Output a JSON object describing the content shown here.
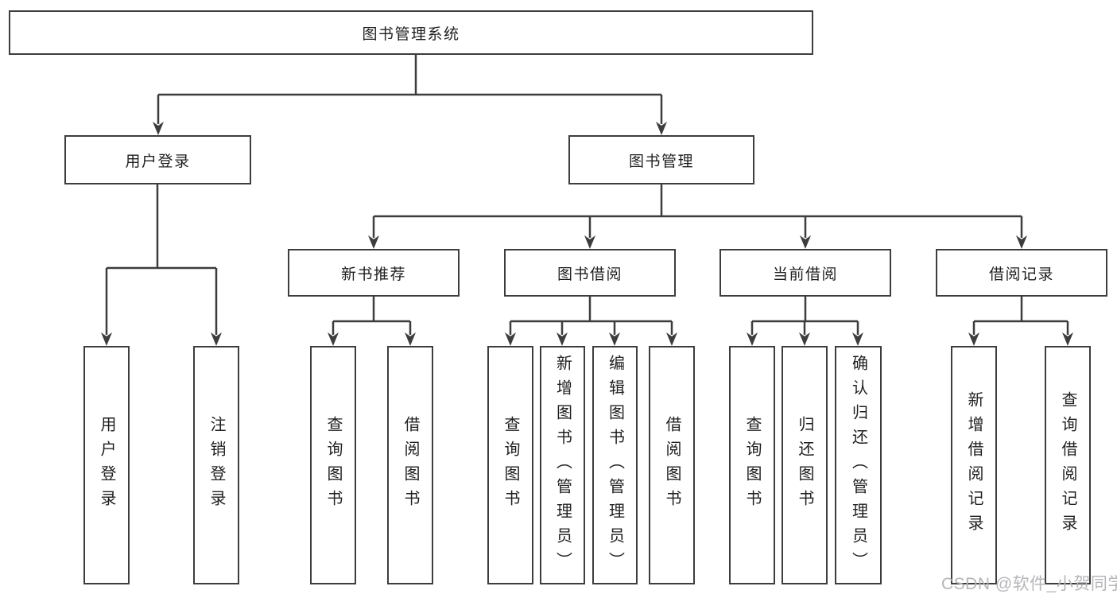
{
  "diagram": {
    "root_label": "图书管理系统",
    "user_login": {
      "label": "用户登录",
      "children": [
        {
          "label": "用户登录"
        },
        {
          "label": "注销登录"
        }
      ]
    },
    "book_mgmt": {
      "label": "图书管理",
      "sections": [
        {
          "label": "新书推荐",
          "children": [
            {
              "label": "查询图书"
            },
            {
              "label": "借阅图书"
            }
          ]
        },
        {
          "label": "图书借阅",
          "children": [
            {
              "label": "查询图书"
            },
            {
              "label": "新增图书（管理员）"
            },
            {
              "label": "编辑图书（管理员）"
            },
            {
              "label": "借阅图书"
            }
          ]
        },
        {
          "label": "当前借阅",
          "children": [
            {
              "label": "查询图书"
            },
            {
              "label": "归还图书"
            },
            {
              "label": "确认归还（管理员）"
            }
          ]
        },
        {
          "label": "借阅记录",
          "children": [
            {
              "label": "新增借阅记录"
            },
            {
              "label": "查询借阅记录"
            }
          ]
        }
      ]
    }
  },
  "watermark": {
    "text": "CSDN @软件_小贺同学"
  },
  "colors": {
    "line": "#3d3d3d",
    "box_border": "#3d3d3d",
    "text": "#1f1f1f",
    "watermark": "#b6b6ba",
    "background": "#ffffff"
  }
}
